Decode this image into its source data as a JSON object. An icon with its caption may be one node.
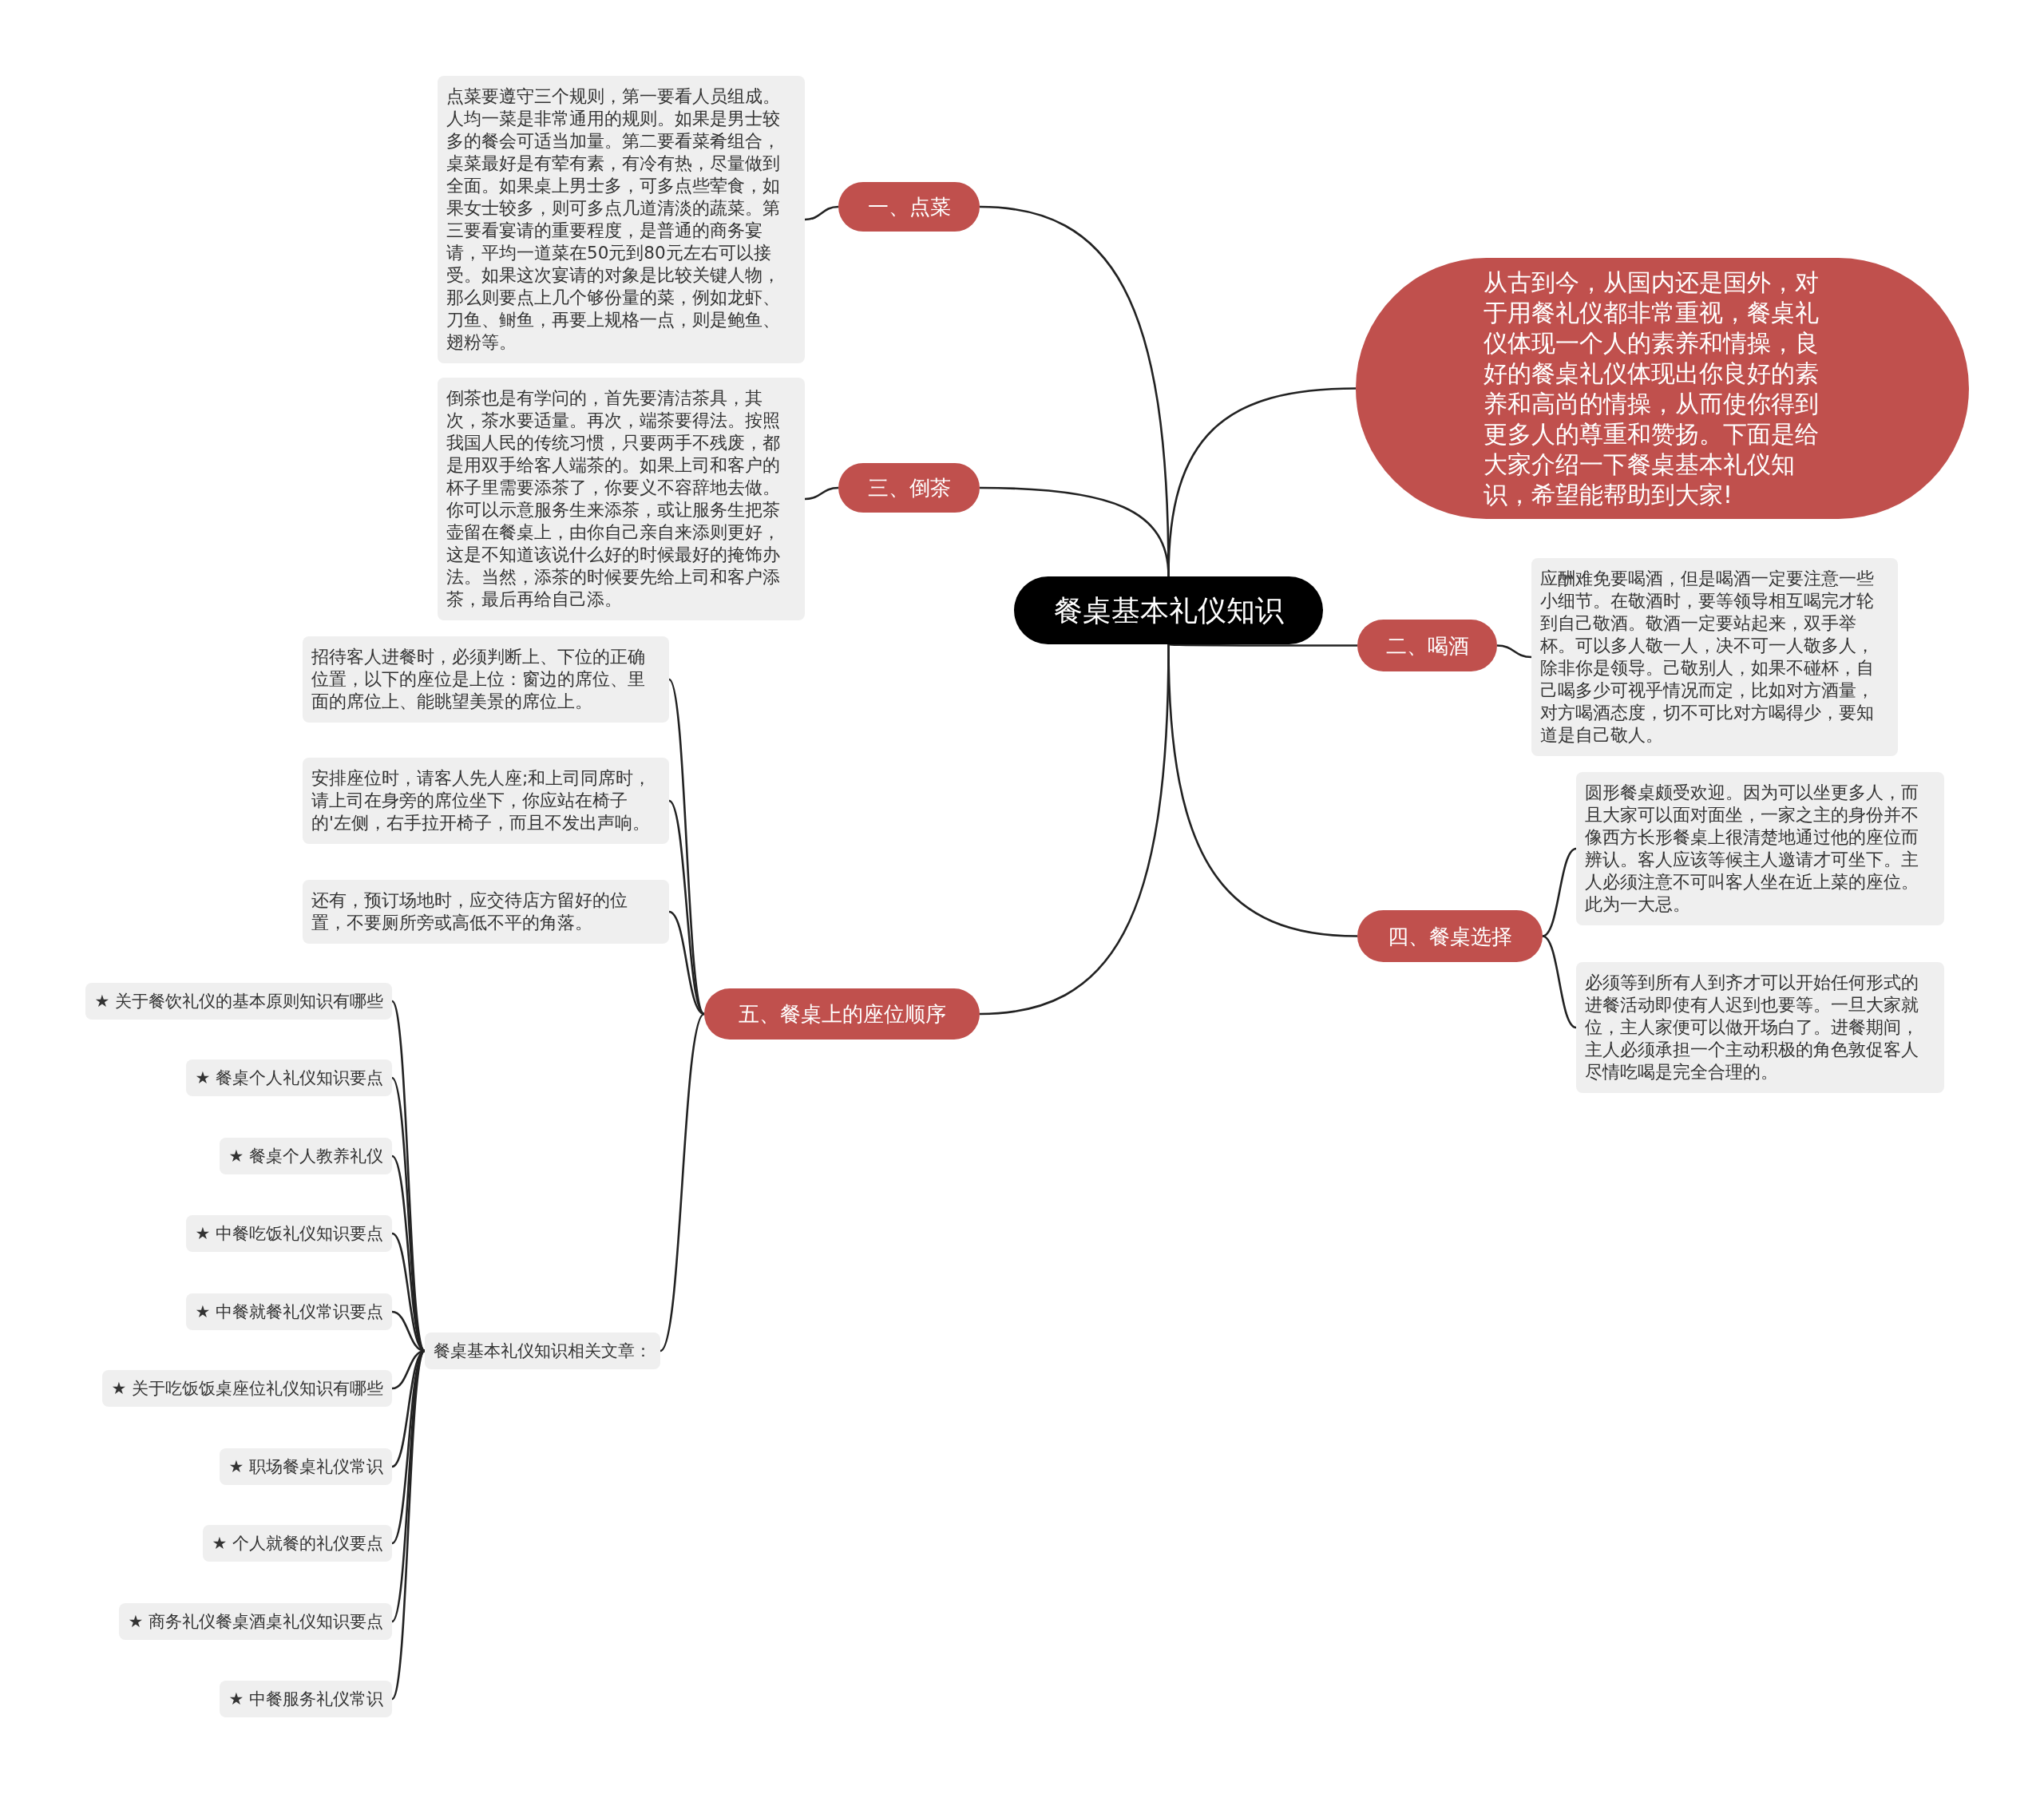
{
  "diagram": {
    "nodes": [
      {
        "text": [
          "餐桌基本礼仪知识"
        ]
      },
      {
        "text": [
          "一、点菜"
        ]
      },
      {
        "text": [
          "点菜要遵守三个规则，第一要看人员组成。人均一菜是非常通用的规则。如果是男士较多的餐会可适当加量。第二要看菜肴组合，桌菜最好是有荤有素，有冷有热，尽量做到全面。如果桌上男士多，可多点些荤食，如果女士较多，则可多点几道清淡的蔬菜。第三要看宴请的重要程度，是普通的商务宴请，平均一道菜在50元到80元左右可以接受。如果这次宴请的对象是比较关键人物，那么则要点上几个够份量的菜，例如龙虾、刀鱼、鲥鱼，再要上规格一点，则是鲍鱼、翅粉等。"
        ]
      },
      {
        "text": [
          "三、倒茶"
        ]
      },
      {
        "text": [
          "倒茶也是有学问的，首先要清洁茶具，其次，茶水要适量。再次，端茶要得法。按照我国人民的传统习惯，只要两手不残废，都是用双手给客人端茶的。如果上司和客户的杯子里需要添茶了，你要义不容辞地去做。你可以示意服务生来添茶，或让服务生把茶壶留在餐桌上，由你自己亲自来添则更好，这是不知道该说什么好的时候最好的掩饰办法。当然，添茶的时候要先给上司和客户添茶，最后再给自己添。"
        ]
      },
      {
        "text": [
          "从古到今，从国内还是国外，对于用餐礼仪都非常重视，餐桌礼仪体现一个人的素养和情操，良好的餐桌礼仪体现出你良好的素养和高尚的情操，从而使你得到更多人的尊重和赞扬。下面是给大家介绍一下餐桌基本礼仪知识，希望能帮助到大家!"
        ]
      },
      {
        "text": [
          "二、喝酒"
        ]
      },
      {
        "text": [
          "应酬难免要喝酒，但是喝酒一定要注意一些小细节。在敬酒时，要等领导相互喝完才轮到自己敬酒。敬酒一定要站起来，双手举杯。可以多人敬一人，决不可一人敬多人，除非你是领导。己敬别人，如果不碰杯，自己喝多少可视乎情况而定，比如对方酒量，对方喝酒态度，切不可比对方喝得少，要知道是自己敬人。"
        ]
      },
      {
        "text": [
          "四、餐桌选择"
        ]
      },
      {
        "text": [
          "圆形餐桌颇受欢迎。因为可以坐更多人，而且大家可以面对面坐，一家之主的身份并不像西方长形餐桌上很清楚地通过他的座位而辨认。客人应该等候主人邀请才可坐下。主人必须注意不可叫客人坐在近上菜的座位。此为一大忌。"
        ]
      },
      {
        "text": [
          "必须等到所有人到齐才可以开始任何形式的进餐活动即使有人迟到也要等。一旦大家就位，主人家便可以做开场白了。进餐期间，主人必须承担一个主动积极的角色敦促客人尽情吃喝是完全合理的。"
        ]
      },
      {
        "text": [
          "五、餐桌上的座位顺序"
        ]
      },
      {
        "text": [
          "招待客人进餐时，必须判断上、下位的正确位置，以下的座位是上位：窗边的席位、里面的席位上、能眺望美景的席位上。"
        ]
      },
      {
        "text": [
          "安排座位时，请客人先人座;和上司同席时，请上司在身旁的席位坐下，你应站在椅子的'左侧，右手拉开椅子，而且不发出声响。"
        ]
      },
      {
        "text": [
          "还有，预订场地时，应交待店方留好的位置，不要厕所旁或高低不平的角落。"
        ]
      },
      {
        "text": [
          "餐桌基本礼仪知识相关文章："
        ]
      },
      {
        "text": [
          "★ 关于餐饮礼仪的基本原则知识有哪些"
        ]
      },
      {
        "text": [
          "★ 餐桌个人礼仪知识要点"
        ]
      },
      {
        "text": [
          "★ 餐桌个人教养礼仪"
        ]
      },
      {
        "text": [
          "★ 中餐吃饭礼仪知识要点"
        ]
      },
      {
        "text": [
          "★ 中餐就餐礼仪常识要点"
        ]
      },
      {
        "text": [
          "★ 关于吃饭饭桌座位礼仪知识有哪些"
        ]
      },
      {
        "text": [
          "★ 职场餐桌礼仪常识"
        ]
      },
      {
        "text": [
          "★ 个人就餐的礼仪要点"
        ]
      },
      {
        "text": [
          "★ 商务礼仪餐桌酒桌礼仪知识要点"
        ]
      },
      {
        "text": [
          "★ 中餐服务礼仪常识"
        ]
      }
    ],
    "edges": [
      {
        "from": 0,
        "to": 1,
        "arrow": "none"
      },
      {
        "from": 1,
        "to": 2,
        "arrow": "none"
      },
      {
        "from": 0,
        "to": 3,
        "arrow": "none"
      },
      {
        "from": 3,
        "to": 4,
        "arrow": "none"
      },
      {
        "from": 0,
        "to": 5,
        "arrow": "none"
      },
      {
        "from": 0,
        "to": 6,
        "arrow": "none"
      },
      {
        "from": 6,
        "to": 7,
        "arrow": "none"
      },
      {
        "from": 0,
        "to": 8,
        "arrow": "none"
      },
      {
        "from": 8,
        "to": 9,
        "arrow": "none"
      },
      {
        "from": 8,
        "to": 10,
        "arrow": "none"
      },
      {
        "from": 0,
        "to": 11,
        "arrow": "none"
      },
      {
        "from": 11,
        "to": 12,
        "arrow": "none"
      },
      {
        "from": 11,
        "to": 13,
        "arrow": "none"
      },
      {
        "from": 11,
        "to": 14,
        "arrow": "none"
      },
      {
        "from": 11,
        "to": 15,
        "arrow": "none"
      },
      {
        "from": 15,
        "to": 16,
        "arrow": "none"
      },
      {
        "from": 15,
        "to": 17,
        "arrow": "none"
      },
      {
        "from": 15,
        "to": 18,
        "arrow": "none"
      },
      {
        "from": 15,
        "to": 19,
        "arrow": "none"
      },
      {
        "from": 15,
        "to": 20,
        "arrow": "none"
      },
      {
        "from": 15,
        "to": 21,
        "arrow": "none"
      },
      {
        "from": 15,
        "to": 22,
        "arrow": "none"
      },
      {
        "from": 15,
        "to": 23,
        "arrow": "none"
      },
      {
        "from": 15,
        "to": 24,
        "arrow": "none"
      },
      {
        "from": 15,
        "to": 25,
        "arrow": "none"
      }
    ]
  }
}
